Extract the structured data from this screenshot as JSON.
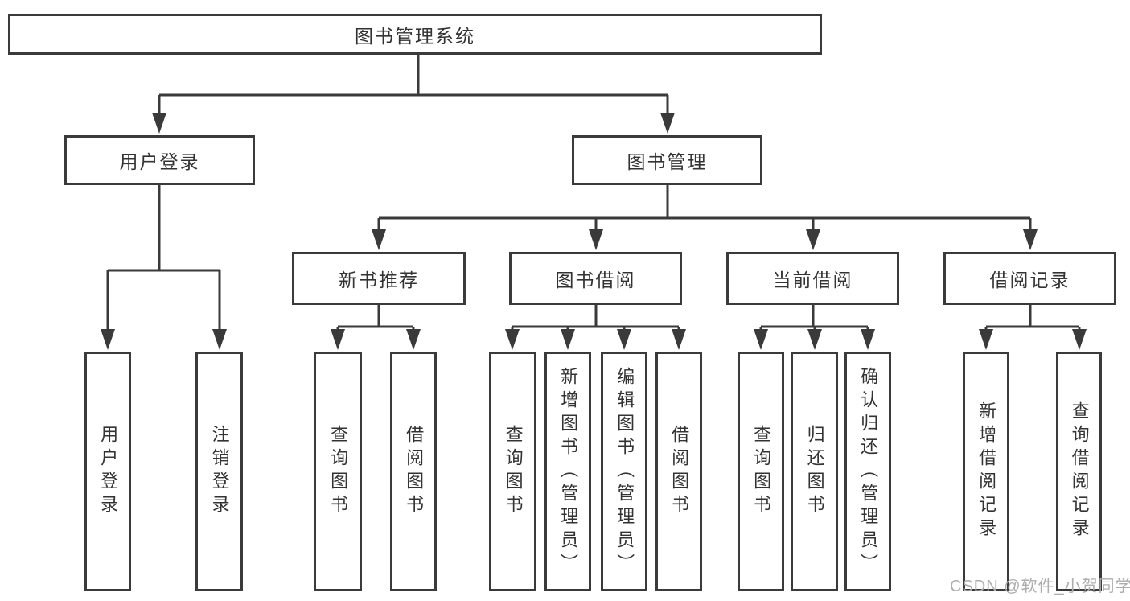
{
  "tree": {
    "root": {
      "label": "图书管理系统"
    },
    "children": [
      {
        "label": "用户登录",
        "children": [
          {
            "label": "用户登录"
          },
          {
            "label": "注销登录"
          }
        ]
      },
      {
        "label": "图书管理",
        "children": [
          {
            "label": "新书推荐",
            "children": [
              {
                "label": "查询图书"
              },
              {
                "label": "借阅图书"
              }
            ]
          },
          {
            "label": "图书借阅",
            "children": [
              {
                "label": "查询图书"
              },
              {
                "label": "新增图书（管理员）"
              },
              {
                "label": "编辑图书（管理员）"
              },
              {
                "label": "借阅图书"
              }
            ]
          },
          {
            "label": "当前借阅",
            "children": [
              {
                "label": "查询图书"
              },
              {
                "label": "归还图书"
              },
              {
                "label": "确认归还（管理员）"
              }
            ]
          },
          {
            "label": "借阅记录",
            "children": [
              {
                "label": "新增借阅记录"
              },
              {
                "label": "查询借阅记录"
              }
            ]
          }
        ]
      }
    ]
  },
  "watermark": {
    "text": "CSDN @软件_小贺同学"
  },
  "colors": {
    "line": "#3a3a3a",
    "text": "#333333",
    "watermark": "#adadad",
    "background": "#ffffff"
  }
}
